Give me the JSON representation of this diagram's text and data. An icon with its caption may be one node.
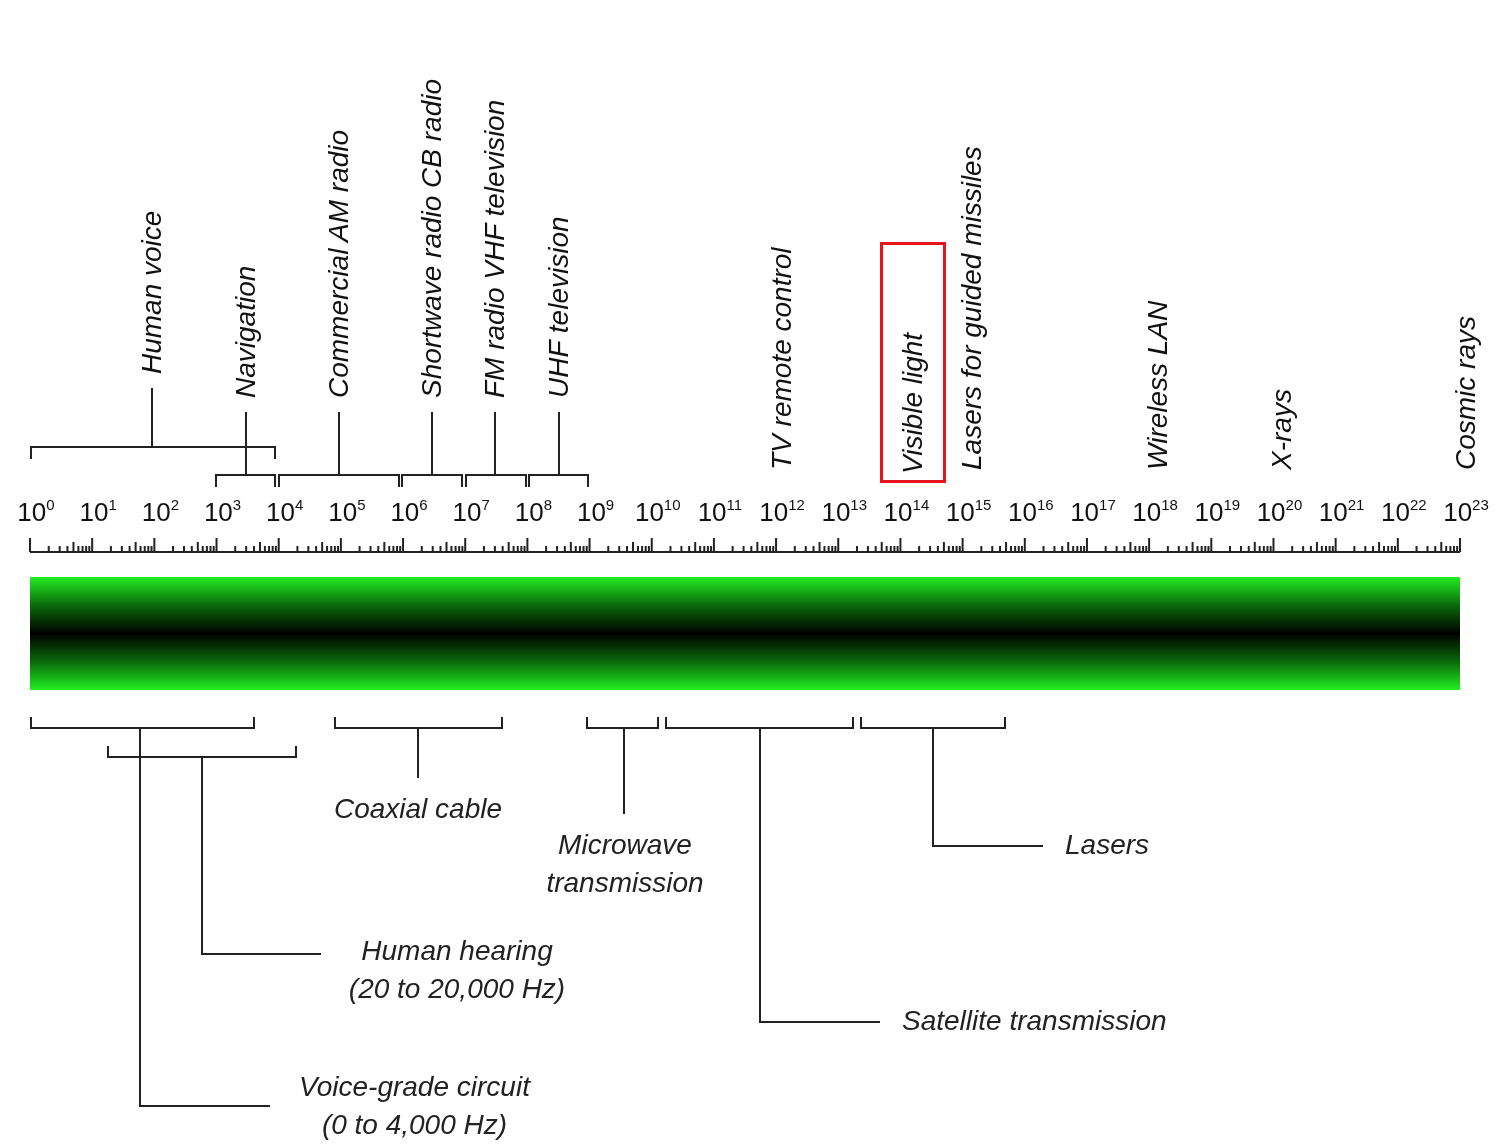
{
  "diagram": {
    "nodes": [
      {
        "text": [
          "Human voice"
        ]
      },
      {
        "text": [],
        "shape": "bar"
      },
      {
        "text": [
          "Navigation"
        ]
      },
      {
        "text": [],
        "shape": "bar"
      },
      {
        "text": [
          "Commercial AM radio"
        ]
      },
      {
        "text": [],
        "shape": "bar"
      },
      {
        "text": [
          "Shortwave radio CB radio"
        ]
      },
      {
        "text": [],
        "shape": "bar"
      },
      {
        "text": [
          "FM radio VHF television"
        ]
      },
      {
        "text": [],
        "shape": "bar"
      },
      {
        "text": [
          "UHF television"
        ]
      },
      {
        "text": [],
        "shape": "bar"
      },
      {
        "text": [
          "Visible light"
        ]
      },
      {
        "text": [],
        "shape": "bar"
      },
      {
        "text": [],
        "shape": "bar"
      },
      {
        "text": [],
        "shape": "bar"
      },
      {
        "text": [],
        "shape": "bar"
      },
      {
        "text": [],
        "shape": "bar"
      },
      {
        "text": [],
        "shape": "bar"
      },
      {
        "text": [
          "Coaxial cable"
        ]
      },
      {
        "text": [
          "Microwave transmission"
        ]
      },
      {
        "text": [
          "Lasers"
        ]
      },
      {
        "text": [
          "Human hearing (20 to 20,000 Hz)"
        ]
      },
      {
        "text": [
          "Satellite transmission"
        ]
      },
      {
        "text": [
          "Voice-grade circuit (0 to 4,000 Hz)"
        ]
      },
      {
        "text": [],
        "shape": "bar"
      }
    ],
    "edges": [
      {
        "from": 0,
        "to": 1,
        "arrow": "none"
      },
      {
        "from": 2,
        "to": 3,
        "arrow": "none"
      },
      {
        "from": 4,
        "to": 5,
        "arrow": "none"
      },
      {
        "from": 6,
        "to": 7,
        "arrow": "none"
      },
      {
        "from": 8,
        "to": 9,
        "arrow": "none"
      },
      {
        "from": 10,
        "to": 11,
        "arrow": "none"
      },
      {
        "from": 19,
        "to": 15,
        "arrow": "none"
      },
      {
        "from": 20,
        "to": 16,
        "arrow": "none"
      },
      {
        "from": 21,
        "to": 18,
        "arrow": "none"
      },
      {
        "from": 22,
        "to": 14,
        "arrow": "none"
      },
      {
        "from": 23,
        "to": 17,
        "arrow": "none"
      },
      {
        "from": 24,
        "to": 13,
        "arrow": "none"
      }
    ],
    "labels": [
      "TV remote control",
      "Lasers for guided missiles",
      "Wireless LAN",
      "X-rays",
      "Cosmic rays",
      "10$^{0}$",
      "10$^{1}$",
      "10$^{2}$",
      "10$^{3}$",
      "10$^{4}$",
      "10$^{5}$",
      "10$^{6}$",
      "10$^{7}$",
      "10$^{8}$",
      "10$^{9}$",
      "10$^{10}$",
      "10$^{11}$",
      "10$^{12}$",
      "10$^{13}$",
      "10$^{14}$",
      "10$^{15}$",
      "10$^{16}$",
      "10$^{17}$",
      "10$^{18}$",
      "10$^{19}$",
      "10$^{20}$",
      "10$^{21}$",
      "10$^{22}$",
      "10$^{23}$"
    ]
  }
}
